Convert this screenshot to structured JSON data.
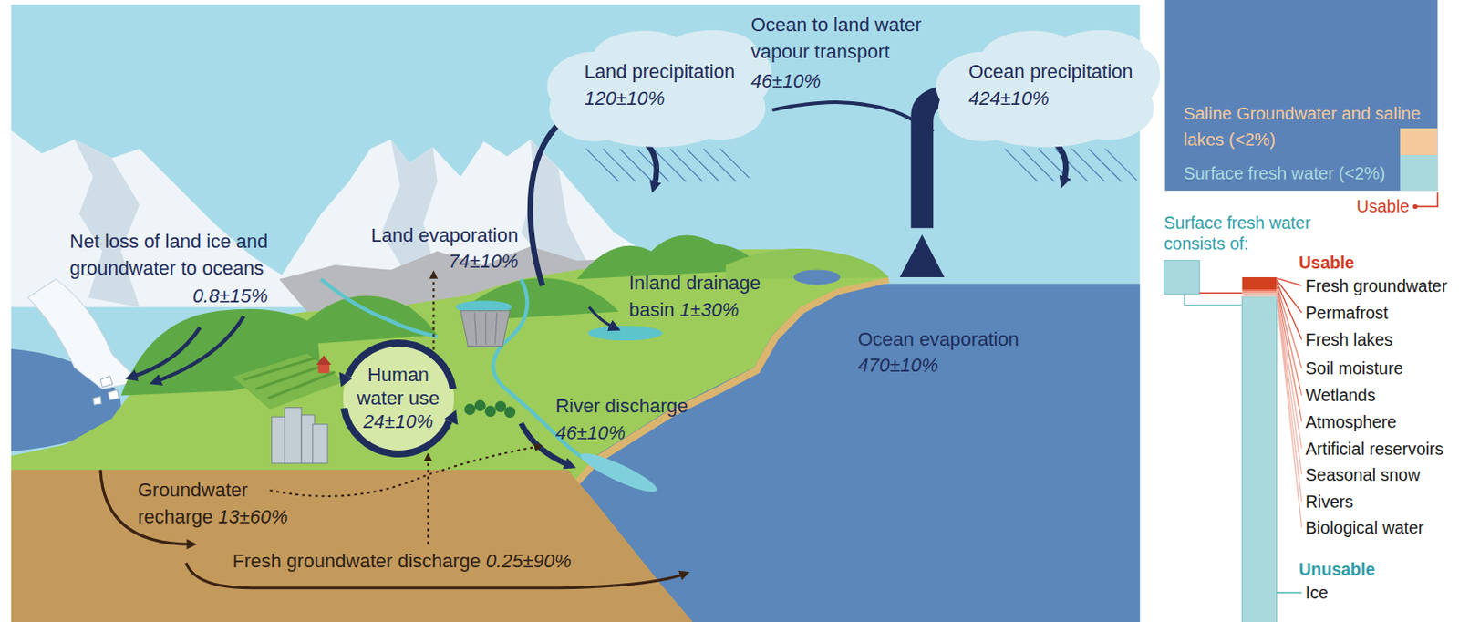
{
  "diagram": {
    "nodes": [
      {
        "text": [
          "Land precipitation",
          "120±10%"
        ]
      },
      {
        "text": [
          "Ocean precipitation",
          "424±10%"
        ]
      },
      {
        "text": [
          "Human water use",
          "24±10%"
        ]
      }
    ],
    "edges": [
      {
        "from": 1,
        "to": 0,
        "arrow": "none",
        "label": "Ocean to land water vapour transport"
      }
    ],
    "labels": [
      "46±10%",
      "Net loss of land ice and groundwater to oceans",
      "0.8±15%",
      "Land evaporation",
      "74±10%",
      "Inland drainage basin",
      "1±30%",
      "River discharge",
      "46±10%",
      "Ocean evaporation",
      "470±10%",
      "Groundwater recharge",
      "13±60%",
      "Fresh groundwater discharge",
      "0.25±90%",
      "Usable",
      "Surface fresh water consists of:",
      "Usable",
      "Fresh groundwater",
      "Permafrost",
      "Fresh lakes",
      "Soil moisture",
      "Wetlands",
      "Atmosphere",
      "Artificial reservoirs",
      "Seasonal snow",
      "Rivers",
      "Biological water",
      "Unusable",
      "Ice"
    ],
    "legend": [
      {
        "text": "Saline Groundwater and saline lakes (<2%)",
        "color": "#f5c99b"
      },
      {
        "text": "Surface fresh water (<2%)",
        "color": "#a9d9dd"
      }
    ]
  }
}
